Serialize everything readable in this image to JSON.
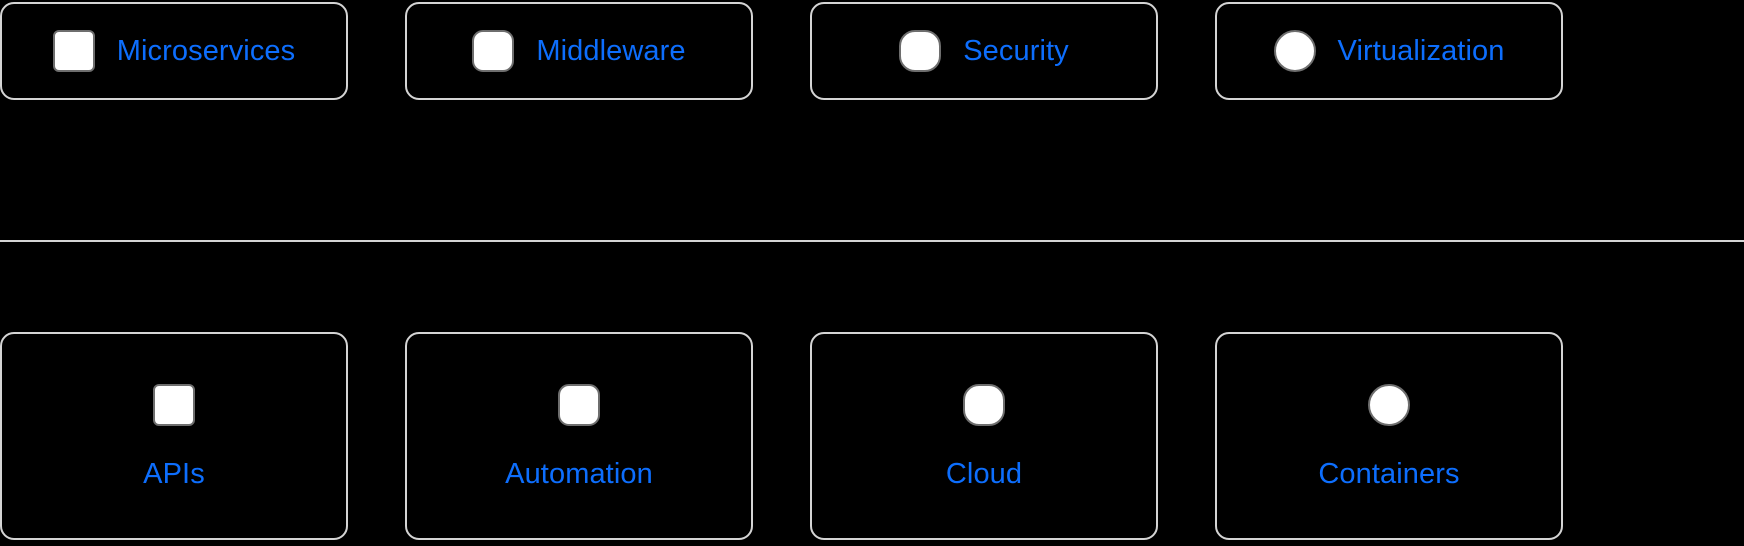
{
  "theme": {
    "background": "#000000",
    "card_border": "#d4d4d4",
    "label_color": "#0d6efd",
    "icon_fill": "#ffffff",
    "icon_stroke": "#6e6e6e",
    "divider_color": "#d4d4d4"
  },
  "top_row": {
    "layout": "icon-left-label-right",
    "cards": [
      {
        "label": "Microservices",
        "icon": "square-icon",
        "icon_shape": "square"
      },
      {
        "label": "Middleware",
        "icon": "rounded-square-icon",
        "icon_shape": "rounded"
      },
      {
        "label": "Security",
        "icon": "squircle-icon",
        "icon_shape": "squircle"
      },
      {
        "label": "Virtualization",
        "icon": "circle-icon",
        "icon_shape": "circle"
      }
    ]
  },
  "bottom_row": {
    "layout": "icon-above-label",
    "cards": [
      {
        "label": "APIs",
        "icon": "square-icon",
        "icon_shape": "square"
      },
      {
        "label": "Automation",
        "icon": "rounded-square-icon",
        "icon_shape": "rounded"
      },
      {
        "label": "Cloud",
        "icon": "squircle-icon",
        "icon_shape": "squircle"
      },
      {
        "label": "Containers",
        "icon": "circle-icon",
        "icon_shape": "circle"
      }
    ]
  },
  "divider": {
    "name": "horizontal-divider"
  }
}
